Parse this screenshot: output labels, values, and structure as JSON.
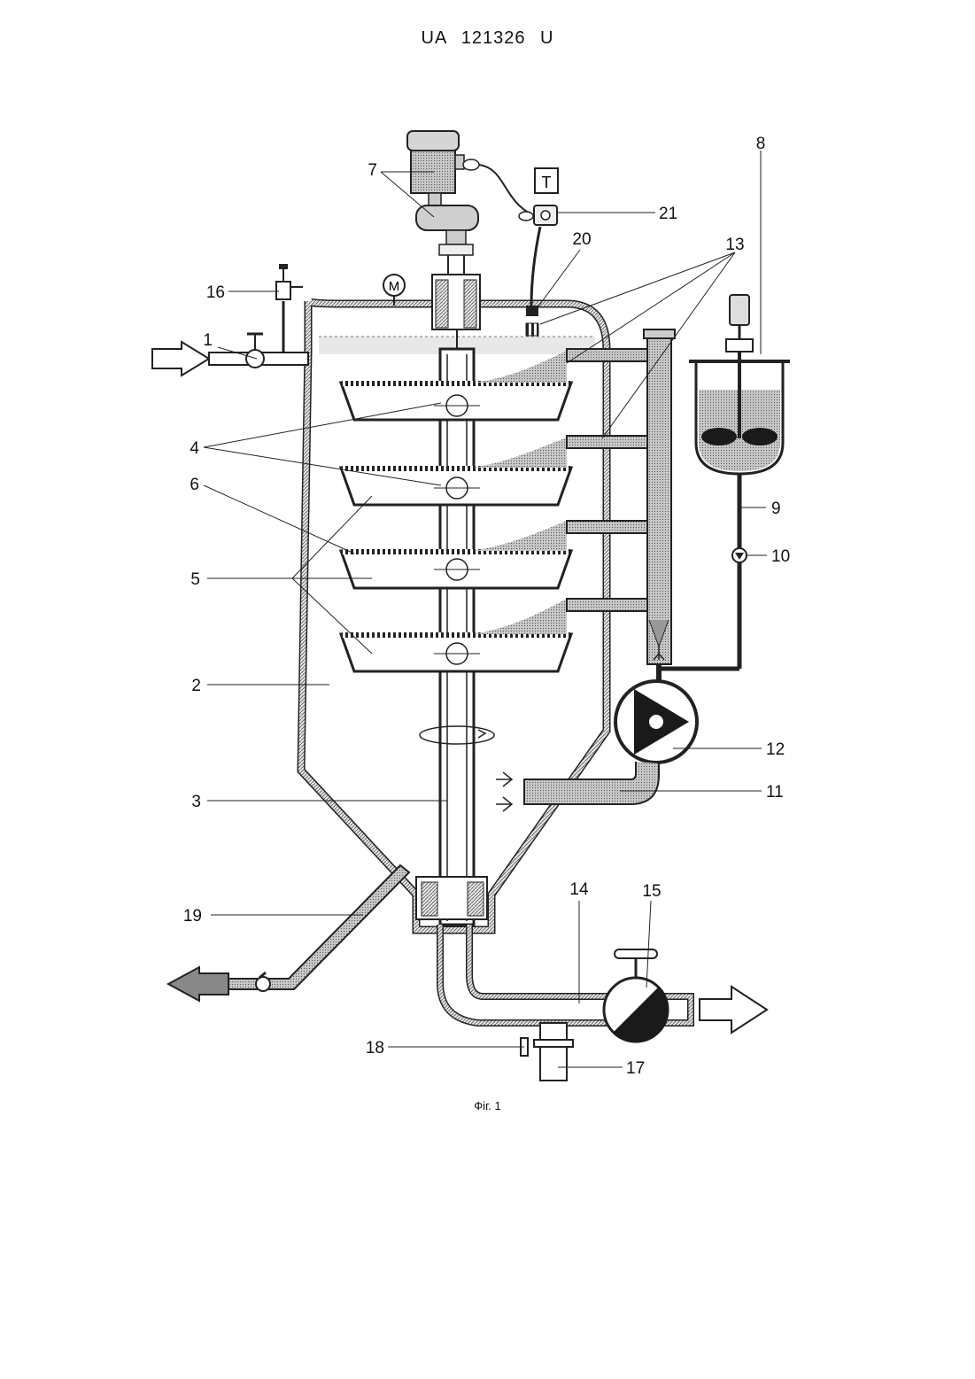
{
  "header": {
    "doc_number": "UA  121326  U"
  },
  "caption": "Фіг. 1",
  "diagram": {
    "labels": {
      "l1": "1",
      "l2": "2",
      "l3": "3",
      "l4": "4",
      "l5": "5",
      "l6": "6",
      "l7": "7",
      "l8": "8",
      "l9": "9",
      "l10": "10",
      "l11": "11",
      "l12": "12",
      "l13": "13",
      "l14": "14",
      "l15": "15",
      "l16": "16",
      "l17": "17",
      "l18": "18",
      "l19": "19",
      "l20": "20",
      "l21": "21"
    },
    "gauge_letter": "M",
    "thermo_letter": "T"
  },
  "colors": {
    "line": "#222222",
    "hatch_fill": "#bdbdbd",
    "dark_fill": "#1a1a1a",
    "liquid": "#d9d9d9"
  }
}
